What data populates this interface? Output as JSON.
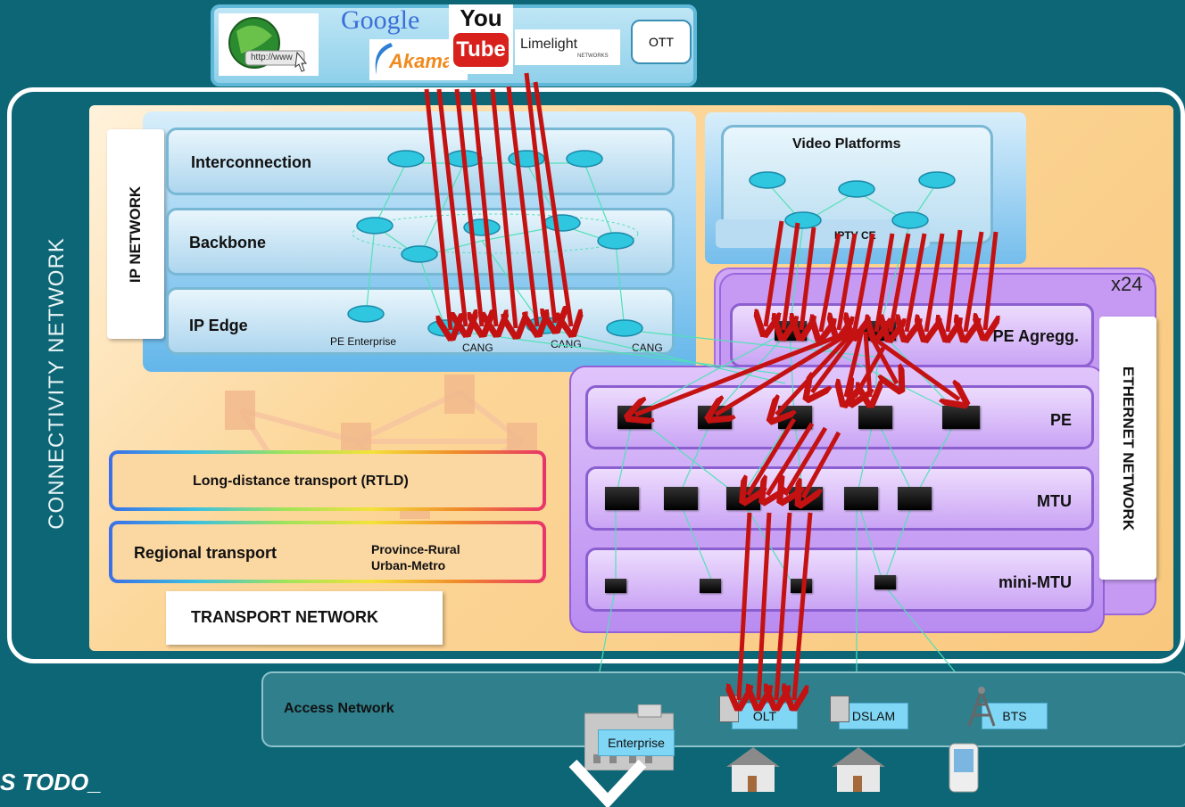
{
  "ott": {
    "brands": {
      "google": "Google",
      "youtube_top": "You",
      "youtube_bottom": "Tube",
      "akamai": "Akamai",
      "limelight": "Limelight",
      "limelight_sub": "NETWORKS",
      "www": "http://www"
    },
    "box_label": "OTT"
  },
  "connectivity": {
    "title": "CONNECTIVITY NETWORK"
  },
  "ip_network": {
    "label": "IP NETWORK",
    "layers": [
      "Interconnection",
      "Backbone",
      "IP Edge"
    ],
    "edge_nodes": [
      "PE Enterprise",
      "CANG",
      "CANG",
      "CANG"
    ]
  },
  "video": {
    "title": "Video Platforms",
    "iptv": "IPTV CE"
  },
  "ethernet": {
    "label": "ETHERNET NETWORK",
    "multiplier": "x24",
    "layers": [
      "PE Agregg.",
      "PE",
      "MTU",
      "mini-MTU"
    ]
  },
  "transport": {
    "long_distance": "Long-distance transport (RTLD)",
    "regional": "Regional transport",
    "regional_sub1": "Province-Rural",
    "regional_sub2": "Urban-Metro",
    "label": "TRANSPORT NETWORK"
  },
  "access": {
    "title": "Access Network",
    "nodes": [
      "Enterprise",
      "OLT",
      "DSLAM",
      "BTS"
    ]
  },
  "footer": {
    "text": "S TODO_"
  },
  "colors": {
    "background": "#0d6675",
    "flow_arrow": "#c41212",
    "link": "#52e0b8"
  }
}
